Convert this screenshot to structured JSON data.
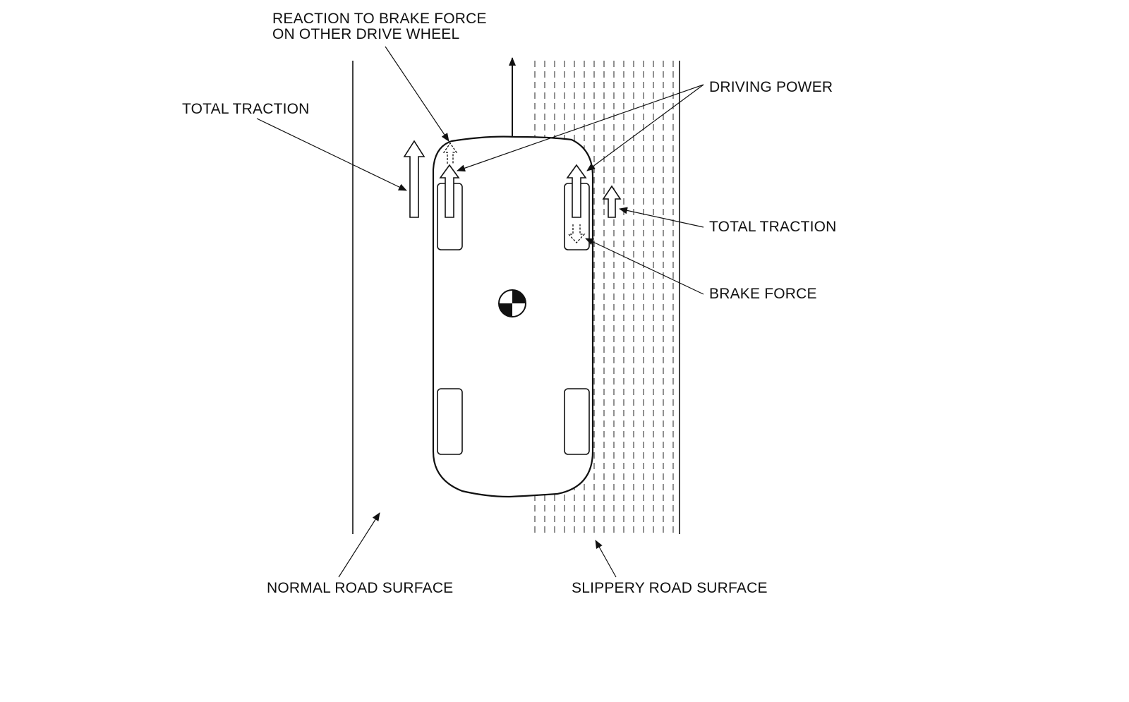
{
  "labels": {
    "reaction_line1": "REACTION TO BRAKE FORCE",
    "reaction_line2": "ON OTHER DRIVE WHEEL",
    "total_traction_left": "TOTAL TRACTION",
    "driving_power": "DRIVING POWER",
    "total_traction_right": "TOTAL TRACTION",
    "brake_force": "BRAKE FORCE",
    "normal_road_surface": "NORMAL ROAD SURFACE",
    "slippery_road_surface": "SLIPPERY ROAD SURFACE"
  },
  "colors": {
    "line": "#111111",
    "background": "#ffffff"
  }
}
